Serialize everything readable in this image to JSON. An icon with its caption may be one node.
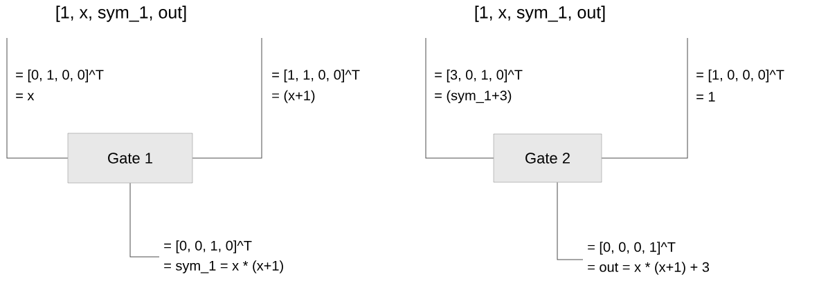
{
  "diagram": {
    "nodes": [
      {
        "text": [
          "Gate 1"
        ]
      },
      {
        "text": [
          "Gate 2"
        ]
      },
      {
        "text": [
          "= [0, 0, 1, 0]^T",
          "= sym_1 = x * (x+1)"
        ]
      },
      {
        "text": [
          "= [0, 0, 0, 1]^T",
          "= out = x * (x+1) + 3"
        ]
      }
    ],
    "edges": [
      {
        "from": null,
        "to": 0,
        "arrow": "none"
      },
      {
        "from": null,
        "to": 0,
        "arrow": "none"
      },
      {
        "from": 0,
        "to": 2,
        "arrow": "none"
      },
      {
        "from": null,
        "to": 1,
        "arrow": "none"
      },
      {
        "from": null,
        "to": 1,
        "arrow": "none"
      },
      {
        "from": 1,
        "to": 3,
        "arrow": "none"
      }
    ],
    "labels": [
      "[1, x, sym_1, out]",
      "[1, x, sym_1, out]",
      "= [0, 1, 0, 0]^T",
      "= x",
      "= [1, 1, 0, 0]^T",
      "= (x+1)",
      "= [3, 0, 1, 0]^T",
      "= (sym_1+3)",
      "= [1, 0, 0, 0]^T",
      "= 1"
    ]
  }
}
